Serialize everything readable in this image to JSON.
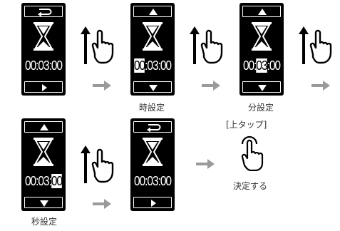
{
  "screens": [
    {
      "time_parts": [
        "00:03:00",
        "",
        ""
      ],
      "top": "return",
      "bottom": "play"
    },
    {
      "time_parts": [
        "",
        "00",
        ":03:00"
      ],
      "top": "up",
      "bottom": "down"
    },
    {
      "time_parts": [
        "00:",
        "03",
        ":00"
      ],
      "top": "up",
      "bottom": "down"
    },
    {
      "time_parts": [
        "00:03:",
        "00",
        ""
      ],
      "top": "up",
      "bottom": "down"
    },
    {
      "time_parts": [
        "00:03:00",
        "",
        ""
      ],
      "top": "return",
      "bottom": "play"
    }
  ],
  "captions": {
    "hour": "時設定",
    "minute": "分設定",
    "second": "秒設定",
    "tap_up": "[上タップ]",
    "confirm": "決定する"
  },
  "colors": {
    "screen": "#000000",
    "arrow": "#9a9a9a",
    "text": "#333333"
  },
  "icons": [
    "return-icon",
    "play-icon",
    "up-triangle-icon",
    "down-triangle-icon",
    "hourglass-icon",
    "swipe-up-hand-icon",
    "tap-hand-icon",
    "next-arrow-icon"
  ]
}
